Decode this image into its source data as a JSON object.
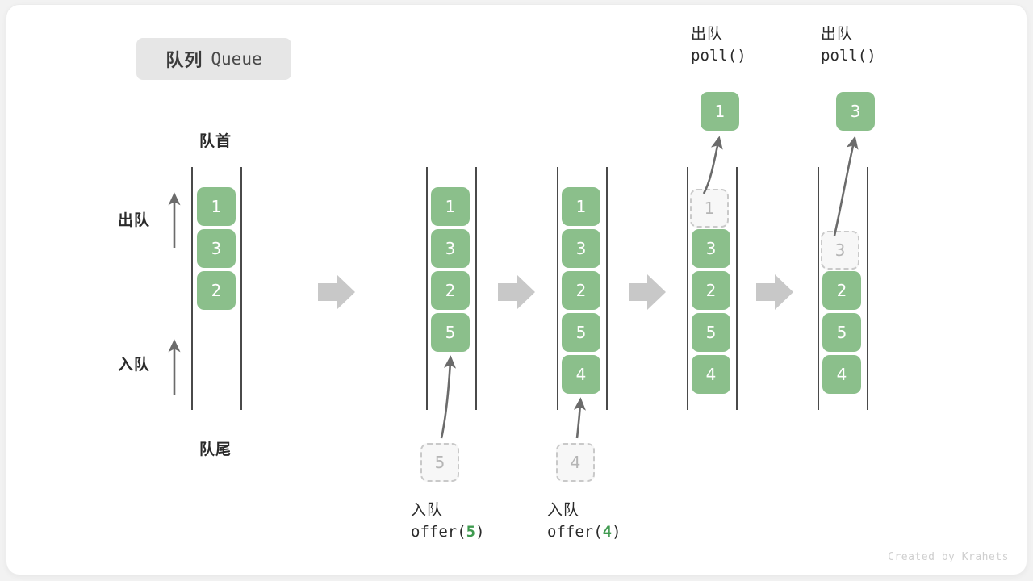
{
  "title": {
    "cn": "队列",
    "en": "Queue"
  },
  "labels": {
    "front": "队首",
    "rear": "队尾",
    "dequeue_side": "出队",
    "enqueue_side": "入队"
  },
  "colors": {
    "box_fill": "#8bbf8b",
    "box_text": "#ffffff",
    "ghost_fill": "#f7f7f7",
    "ghost_border": "#c9c9c9",
    "ghost_text": "#b5b5b5",
    "rail": "#4a4a4a",
    "arrow_gray": "#6b6b6b",
    "block_arrow": "#c8c8c8",
    "accent_green": "#3f9a4f",
    "badge_bg": "#e6e6e6",
    "card_bg": "#ffffff",
    "page_bg": "#f2f2f2"
  },
  "columns": [
    {
      "id": "state-initial",
      "items": [
        "1",
        "3",
        "2"
      ],
      "ghost_index": null,
      "top_label": null,
      "bottom_label": null,
      "popped": null,
      "pending": null
    },
    {
      "id": "state-after-offer-5",
      "items": [
        "1",
        "3",
        "2",
        "5"
      ],
      "ghost_index": null,
      "top_label": null,
      "bottom_label": {
        "cn": "入队",
        "code_prefix": "offer(",
        "arg": "5",
        "code_suffix": ")"
      },
      "popped": null,
      "pending": "5"
    },
    {
      "id": "state-after-offer-4",
      "items": [
        "1",
        "3",
        "2",
        "5",
        "4"
      ],
      "ghost_index": null,
      "top_label": null,
      "bottom_label": {
        "cn": "入队",
        "code_prefix": "offer(",
        "arg": "4",
        "code_suffix": ")"
      },
      "popped": null,
      "pending": "4"
    },
    {
      "id": "state-after-poll-1",
      "items": [
        "1",
        "3",
        "2",
        "5",
        "4"
      ],
      "ghost_index": 0,
      "top_label": {
        "cn": "出队",
        "code": "poll()"
      },
      "popped": "1",
      "pending": null
    },
    {
      "id": "state-after-poll-3",
      "items": [
        "3",
        "2",
        "5",
        "4"
      ],
      "ghost_index": 0,
      "top_label": {
        "cn": "出队",
        "code": "poll()"
      },
      "popped": "3",
      "pending": null
    }
  ],
  "credit": "Created by Krahets"
}
